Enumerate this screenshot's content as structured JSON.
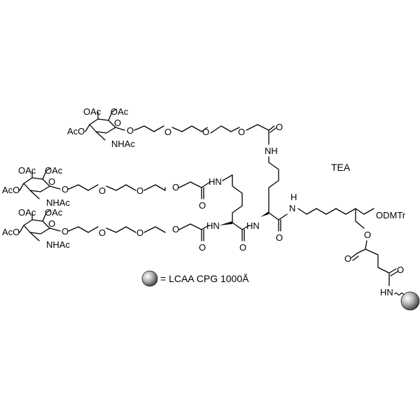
{
  "diagram": {
    "type": "chemical-structure",
    "counterion": "TEA",
    "legend": {
      "symbol": "grey-sphere",
      "text": "= LCAA CPG 1000Å"
    },
    "sugars": [
      {
        "id": "galnac-top",
        "substituents": [
          "OAc",
          "OAc",
          "AcO",
          "NHAc"
        ],
        "ring_oxygen": "O",
        "anomeric_O": "O"
      },
      {
        "id": "galnac-middle",
        "substituents": [
          "OAc",
          "OAc",
          "AcO",
          "NHAc"
        ],
        "ring_oxygen": "O",
        "anomeric_O": "O"
      },
      {
        "id": "galnac-bottom",
        "substituents": [
          "OAc",
          "OAc",
          "AcO",
          "NHAc"
        ],
        "ring_oxygen": "O",
        "anomeric_O": "O"
      }
    ],
    "linker_atoms": {
      "peg_oxygen": "O",
      "carbonyl_oxygen": "O",
      "amide_nh": "NH",
      "amide_hn": "HN",
      "amide_h": "H",
      "amide_n": "N",
      "protecting_group": "ODMTr"
    },
    "labels": {
      "OAc": "OAc",
      "AcO": "AcO",
      "NHAc": "NHAc",
      "O": "O",
      "NH": "NH",
      "HN": "HN",
      "H": "H",
      "N": "N",
      "ODMTr": "ODMTr"
    }
  }
}
